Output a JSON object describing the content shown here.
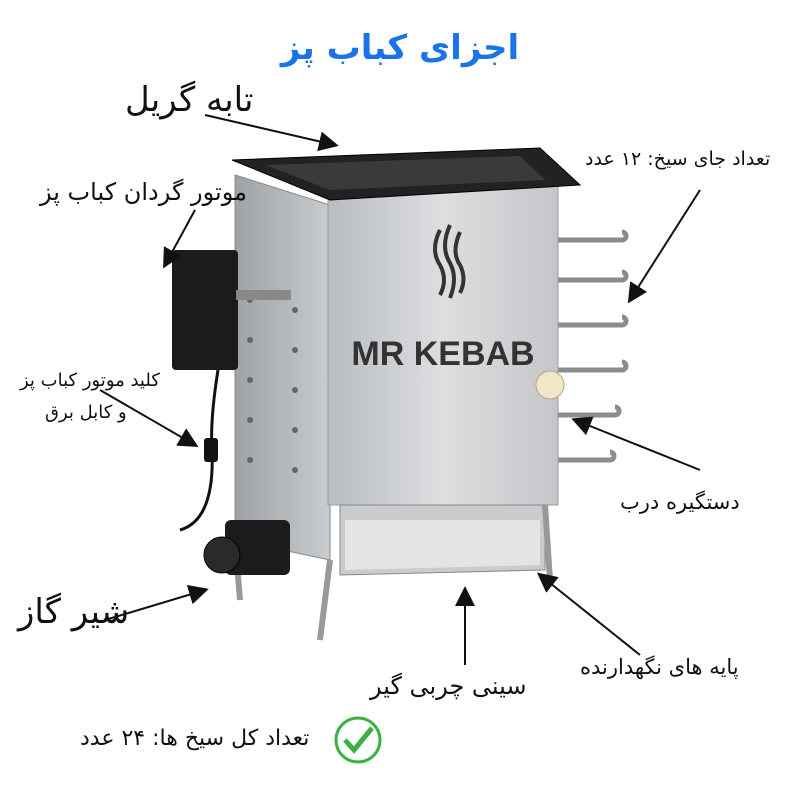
{
  "title": "اجزای کباب پز",
  "brand": "MR KEBAB",
  "labels": {
    "grill_pan": "تابه گریل",
    "motor": "موتور گردان کباب پز",
    "skewer_slots": "تعداد جای سیخ: ۱۲ عدد",
    "switch_line1": "کلید موتور کباب پز",
    "switch_line2": "و کابل برق",
    "door_handle": "دستگیره درب",
    "gas_valve": "شیر گاز",
    "legs": "پایه های نگهدارنده",
    "drip_tray": "سینی چربی گیر",
    "total_skewers": "تعداد کل سیخ ها: ۲۴ عدد"
  },
  "colors": {
    "title": "#1a73e8",
    "check": "#3cb043"
  }
}
